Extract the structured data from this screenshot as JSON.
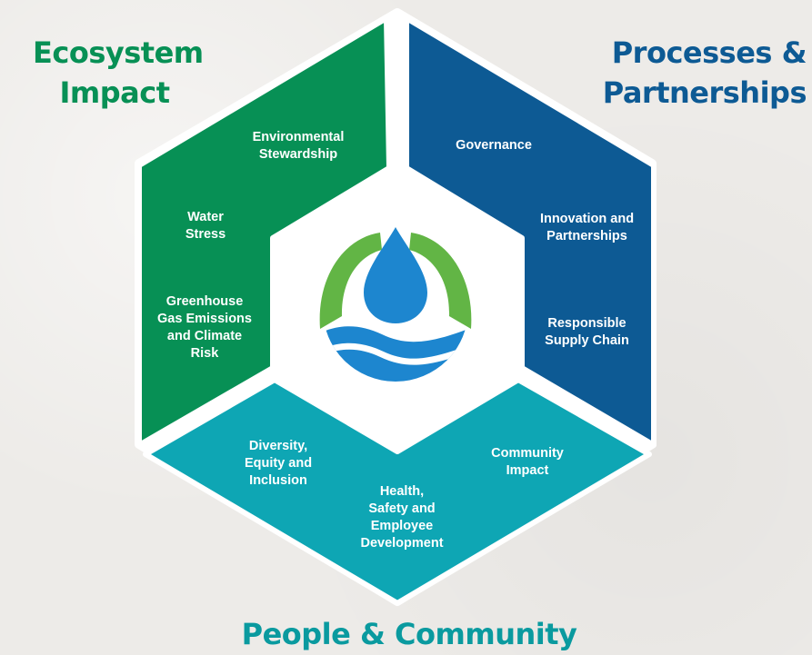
{
  "headings": {
    "ecosystem": "Ecosystem\nImpact",
    "processes": "Processes &\nPartnerships",
    "people": "People & Community"
  },
  "segments": {
    "ecosystem": {
      "color": "#079055",
      "items": [
        "Environmental\nStewardship",
        "Water\nStress",
        "Greenhouse\nGas Emissions\nand Climate\nRisk"
      ]
    },
    "processes": {
      "color": "#0d5a94",
      "items": [
        "Governance",
        "Innovation and\nPartnerships",
        "Responsible\nSupply Chain"
      ]
    },
    "people": {
      "color": "#0ea6b4",
      "items": [
        "Diversity,\nEquity and\nInclusion",
        "Health,\nSafety and\nEmployee\nDevelopment",
        "Community\nImpact"
      ]
    }
  },
  "logo": {
    "name": "water-drop-logo",
    "colors": {
      "arc": "#62b545",
      "drop": "#1d86cf",
      "base": "#1d86cf"
    }
  }
}
